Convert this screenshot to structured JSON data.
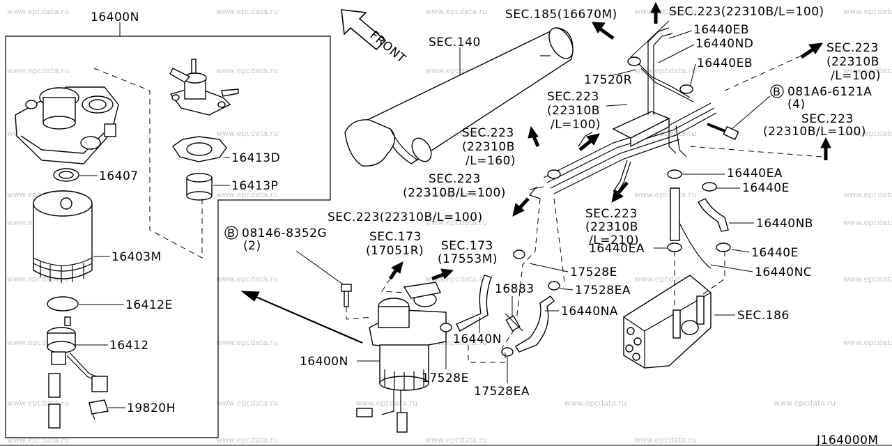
{
  "watermark": "www.epcdata.ru",
  "footer_code": "J164000M",
  "front_label": "FRONT",
  "labels": {
    "inset_title": "16400N",
    "p16413D": "16413D",
    "p16413P": "16413P",
    "p16407": "16407",
    "p16403M": "16403M",
    "p16412E": "16412E",
    "p16412": "16412",
    "p19820H": "19820H",
    "bolt_08146": "08146-8352G",
    "bolt_08146_qty": "(2)",
    "bolt_081A6": "081A6-6121A",
    "bolt_081A6_qty": "(4)",
    "sec140": "SEC.140",
    "sec185": "SEC.185(16670M)",
    "sec223_top": "SEC.223(22310B/L=100)",
    "p16440EB_1": "16440EB",
    "p16440ND": "16440ND",
    "p16440EB_2": "16440EB",
    "sec223_r1_l1": "SEC.223",
    "sec223_r1_l2": "(22310B",
    "sec223_r1_l3": "/L=100)",
    "p17520R": "17520R",
    "sec223_m_l1": "SEC.223",
    "sec223_m_l2": "(22310B",
    "sec223_m_l3": "/L=100)",
    "sec223_r2_l1": "SEC.223",
    "sec223_r2_l2": "(22310B/L=100)",
    "sec223_160_l1": "SEC.223",
    "sec223_160_l2": "(22310B",
    "sec223_160_l3": "/L=160)",
    "p16440EA_1": "16440EA",
    "p16440E_1": "16440E",
    "sec223_l100_l1": "SEC.223",
    "sec223_l100_l2": "(22310B/L=100)",
    "sec223_long": "SEC.223(22310B/L=100)",
    "sec223_210_l1": "SEC.223",
    "sec223_210_l2": "(22310B",
    "sec223_210_l3": "/L=210)",
    "p16440NB": "16440NB",
    "p16440EA_2": "16440EA",
    "p16440E_2": "16440E",
    "sec173a_l1": "SEC.173",
    "sec173a_l2": "(17051R)",
    "sec173b_l1": "SEC.173",
    "sec173b_l2": "(17553M)",
    "p16440NC": "16440NC",
    "p17528E_1": "17528E",
    "p17528EA_1": "17528EA",
    "p16883": "16883",
    "p16440NA": "16440NA",
    "sec186": "SEC.186",
    "p16440N": "16440N",
    "p16400N_main": "16400N",
    "p17528E_2": "17528E",
    "p17528EA_2": "17528EA"
  }
}
